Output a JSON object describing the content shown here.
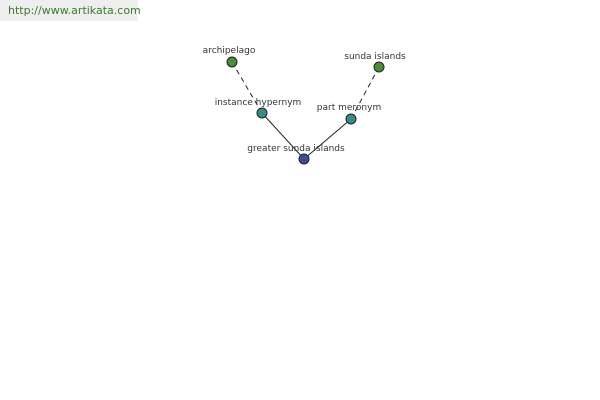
{
  "header": {
    "url": "http://www.artikata.com"
  },
  "graph": {
    "nodes": [
      {
        "id": "archipelago",
        "label": "archipelago",
        "color": "#4f8a3a"
      },
      {
        "id": "sunda-islands",
        "label": "sunda islands",
        "color": "#4f8a3a"
      },
      {
        "id": "instance-hypernym",
        "label": "instance hypernym",
        "color": "#3a8a88"
      },
      {
        "id": "part-meronym",
        "label": "part meronym",
        "color": "#3a8a88"
      },
      {
        "id": "greater-sunda-islands",
        "label": "greater sunda islands",
        "color": "#3d4f9a"
      }
    ],
    "edges": [
      {
        "from": "archipelago",
        "to": "instance-hypernym",
        "style": "dashed"
      },
      {
        "from": "sunda-islands",
        "to": "part-meronym",
        "style": "dashed"
      },
      {
        "from": "instance-hypernym",
        "to": "greater-sunda-islands",
        "style": "solid"
      },
      {
        "from": "part-meronym",
        "to": "greater-sunda-islands",
        "style": "solid"
      }
    ]
  }
}
